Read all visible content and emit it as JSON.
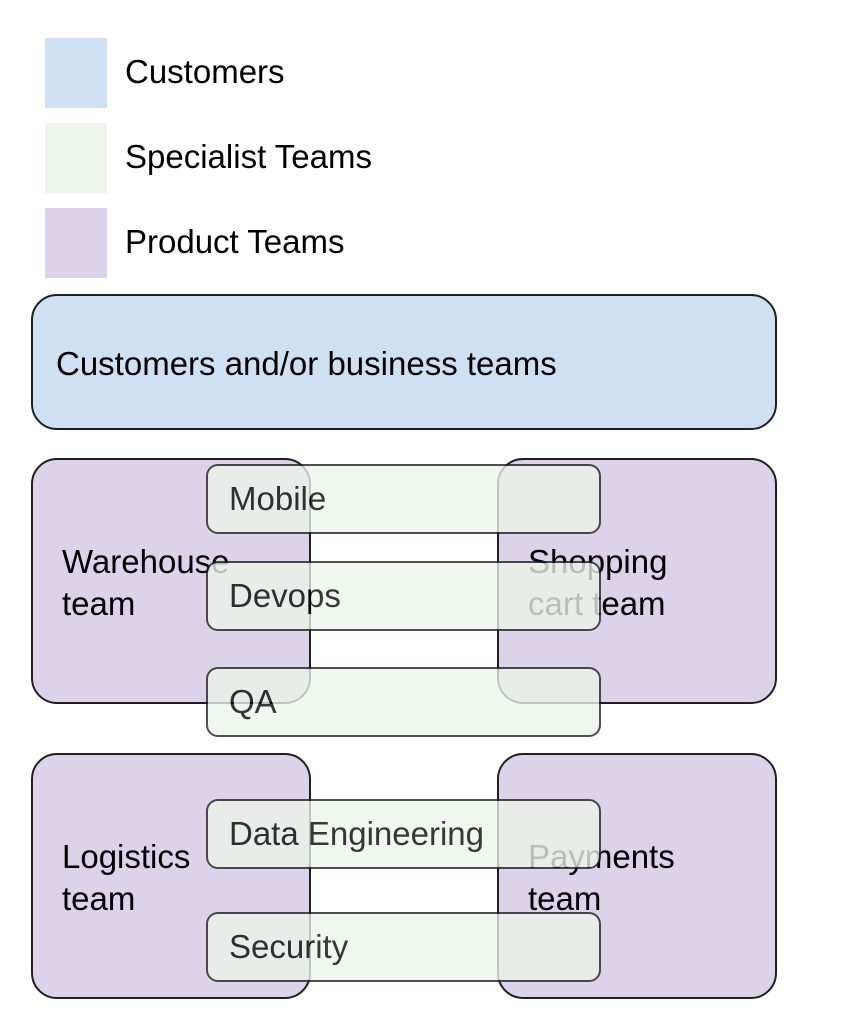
{
  "legend": {
    "items": [
      {
        "label": "Customers",
        "color": "#cfe0f3"
      },
      {
        "label": "Specialist Teams",
        "color": "#edf5ea"
      },
      {
        "label": "Product Teams",
        "color": "#dcd3ea"
      }
    ]
  },
  "customers_box": {
    "label": "Customers and/or business teams",
    "color": "#cfe0f3"
  },
  "product_teams": [
    {
      "label": "Warehouse\nteam",
      "color": "#dcd3ea"
    },
    {
      "label": "Shopping\ncart team",
      "color": "#dcd3ea"
    },
    {
      "label": "Logistics\nteam",
      "color": "#dcd3ea"
    },
    {
      "label": "Payments\nteam",
      "color": "#dcd3ea"
    }
  ],
  "specialist_teams": [
    {
      "label": "Mobile",
      "color": "#edf5ea"
    },
    {
      "label": "Devops",
      "color": "#edf5ea"
    },
    {
      "label": "QA",
      "color": "#edf5ea"
    },
    {
      "label": "Data Engineering",
      "color": "#edf5ea"
    },
    {
      "label": "Security",
      "color": "#edf5ea"
    }
  ]
}
